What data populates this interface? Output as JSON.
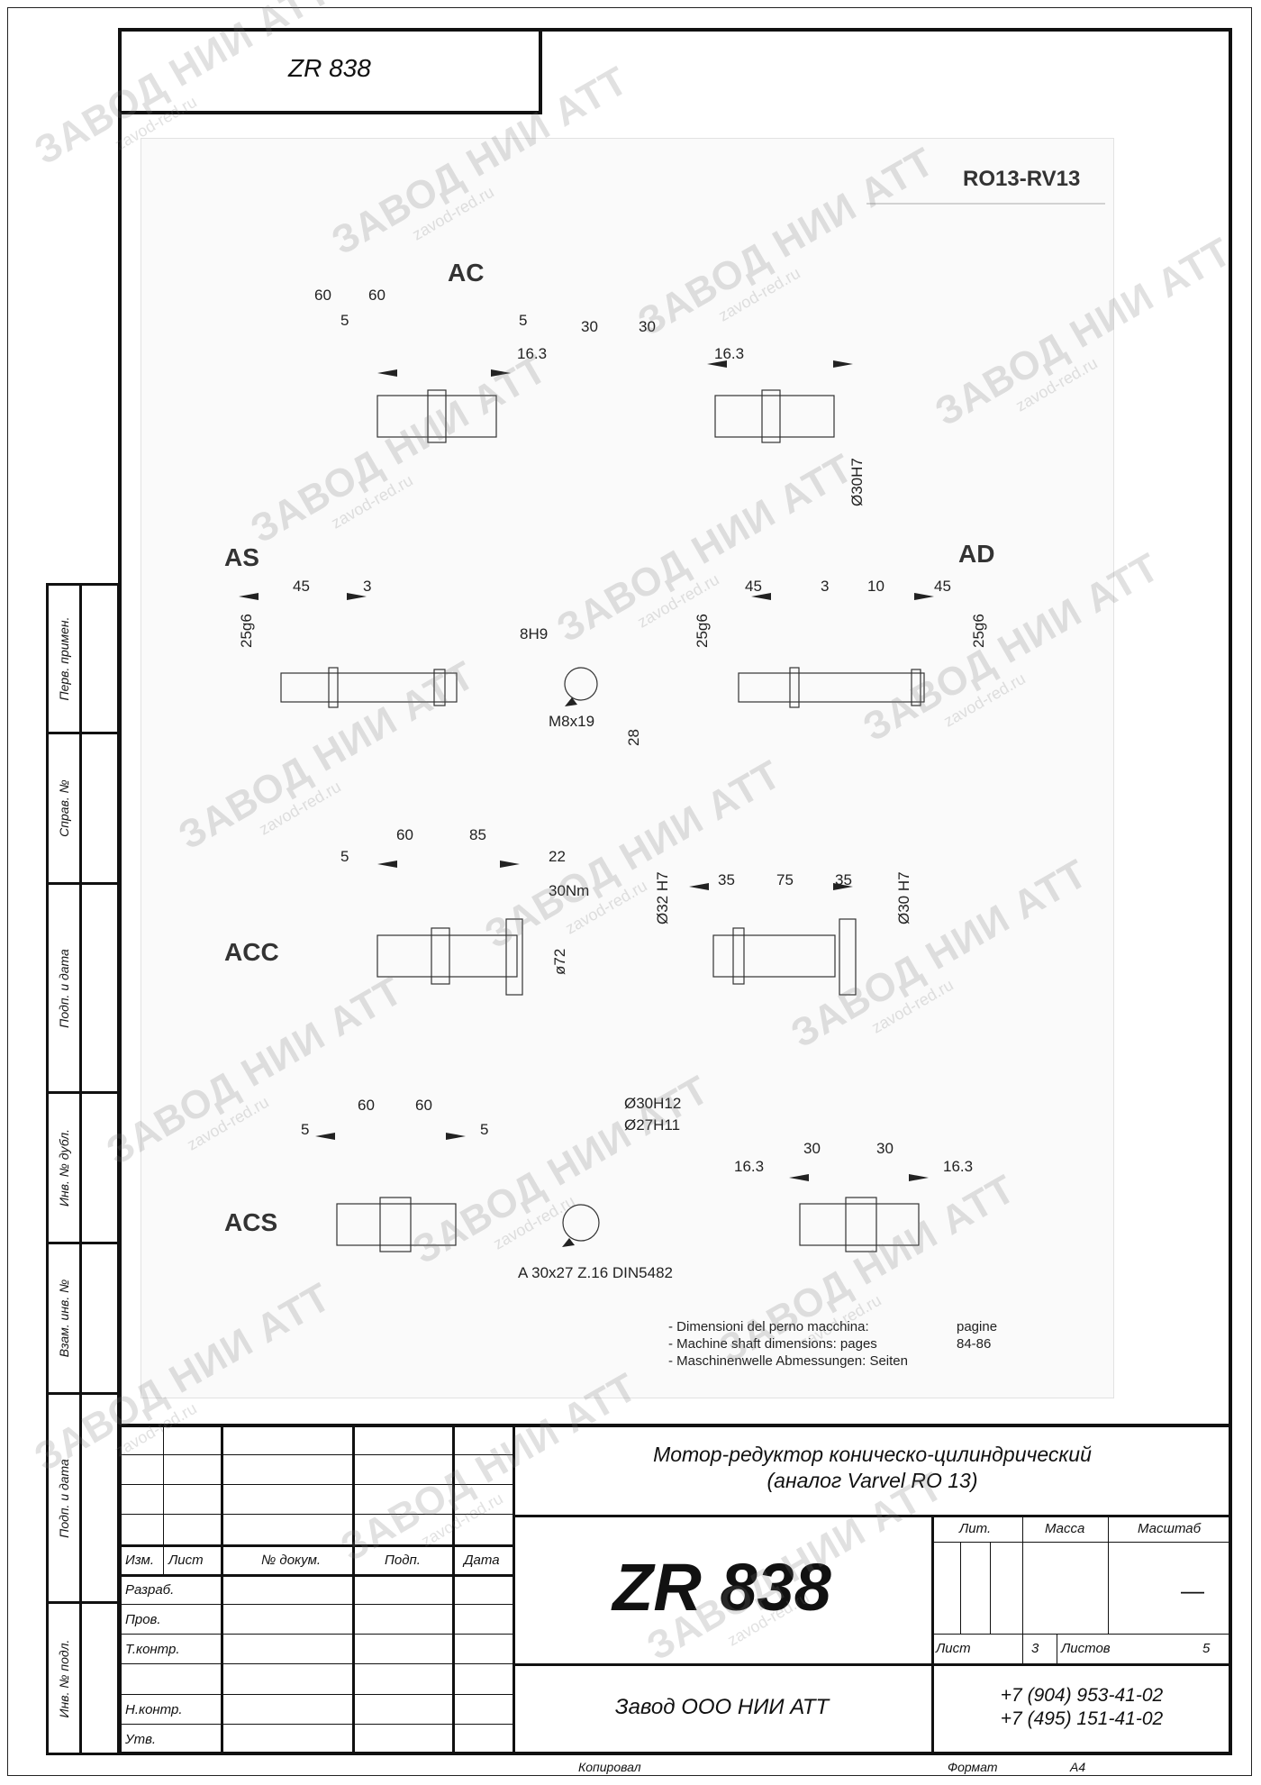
{
  "header": {
    "doc_code": "ZR 838"
  },
  "drawing": {
    "model": "RO13-RV13",
    "sections": {
      "ac": {
        "label": "AC",
        "dims_left": [
          "60",
          "60",
          "5",
          "5"
        ],
        "dims_right": [
          "30",
          "30",
          "16.3",
          "16.3",
          "Ø30H7"
        ]
      },
      "as": {
        "label": "AS",
        "dims": [
          "45",
          "3",
          "25g6"
        ]
      },
      "key": {
        "dims": [
          "8H9",
          "M8x19",
          "28"
        ]
      },
      "ad": {
        "label": "AD",
        "dims": [
          "45",
          "3",
          "10",
          "45",
          "25g6",
          "25g6"
        ]
      },
      "acc": {
        "label": "ACC",
        "dims_left": [
          "60",
          "85",
          "5",
          "22",
          "30Nm",
          "ø72"
        ],
        "dims_right": [
          "35",
          "75",
          "35",
          "Ø32 H7",
          "Ø30 H7"
        ]
      },
      "acs": {
        "label": "ACS",
        "dims_left": [
          "60",
          "60",
          "5",
          "5"
        ],
        "dims_mid": [
          "Ø30H12",
          "Ø27H11",
          "A 30x27 Z.16 DIN5482"
        ],
        "dims_right": [
          "30",
          "30",
          "16.3",
          "16.3"
        ]
      }
    },
    "notes": [
      {
        "text": "- Dimensioni del perno macchina:",
        "ref": "pagine"
      },
      {
        "text": "- Machine shaft dimensions: pages",
        "ref": "84-86"
      },
      {
        "text": "- Maschinenwelle Abmessungen: Seiten",
        "ref": ""
      }
    ]
  },
  "side_stamp": [
    "Перв. примен.",
    "Справ. №",
    "Подп. и дата",
    "Инв. № дубл.",
    "Взам. инв. №",
    "Подп. и дата",
    "Инв. № подл."
  ],
  "title_block": {
    "col_headers": [
      "Изм.",
      "Лист",
      "№ докум.",
      "Подп.",
      "Дата"
    ],
    "roles": [
      "Разраб.",
      "Пров.",
      "Т.контр.",
      "Н.контр.",
      "Утв."
    ],
    "title_line1": "Мотор-редуктор коническо-цилиндрический",
    "title_line2": "(аналог Varvel RO 13)",
    "designation": "ZR 838",
    "lit_label": "Лит.",
    "mass_label": "Масса",
    "scale_label": "Масштаб",
    "scale_value": "—",
    "sheet_label": "Лист",
    "sheet_value": "3",
    "sheets_label": "Листов",
    "sheets_value": "5",
    "company": "Завод ООО НИИ АТТ",
    "phone1": "+7 (904) 953-41-02",
    "phone2": "+7 (495) 151-41-02"
  },
  "footer": {
    "copied_label": "Копировал",
    "format_label": "Формат",
    "format_value": "A4"
  },
  "watermark": {
    "name": "ЗАВОД НИИ АТТ",
    "site": "zavod-red.ru"
  }
}
